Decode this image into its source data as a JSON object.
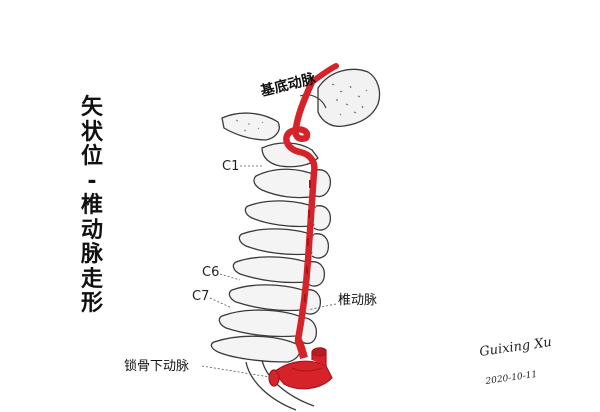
{
  "title": {
    "chars": [
      "矢",
      "状",
      "位",
      "-",
      "椎",
      "动",
      "脉",
      "走",
      "形"
    ]
  },
  "labels": {
    "basilar_artery": "基底动脉",
    "vertebral_artery": "椎动脉",
    "subclavian_artery": "锁骨下动脉",
    "c1": "C1",
    "c6": "C6",
    "c7": "C7"
  },
  "signature": {
    "name": "Guixing Xu",
    "date": "2020-10-11"
  },
  "colors": {
    "artery": "#d6232a",
    "artery_dark": "#a5161c",
    "bone_outline": "#3a3a3a",
    "bone_fill": "#f4f4f4"
  }
}
